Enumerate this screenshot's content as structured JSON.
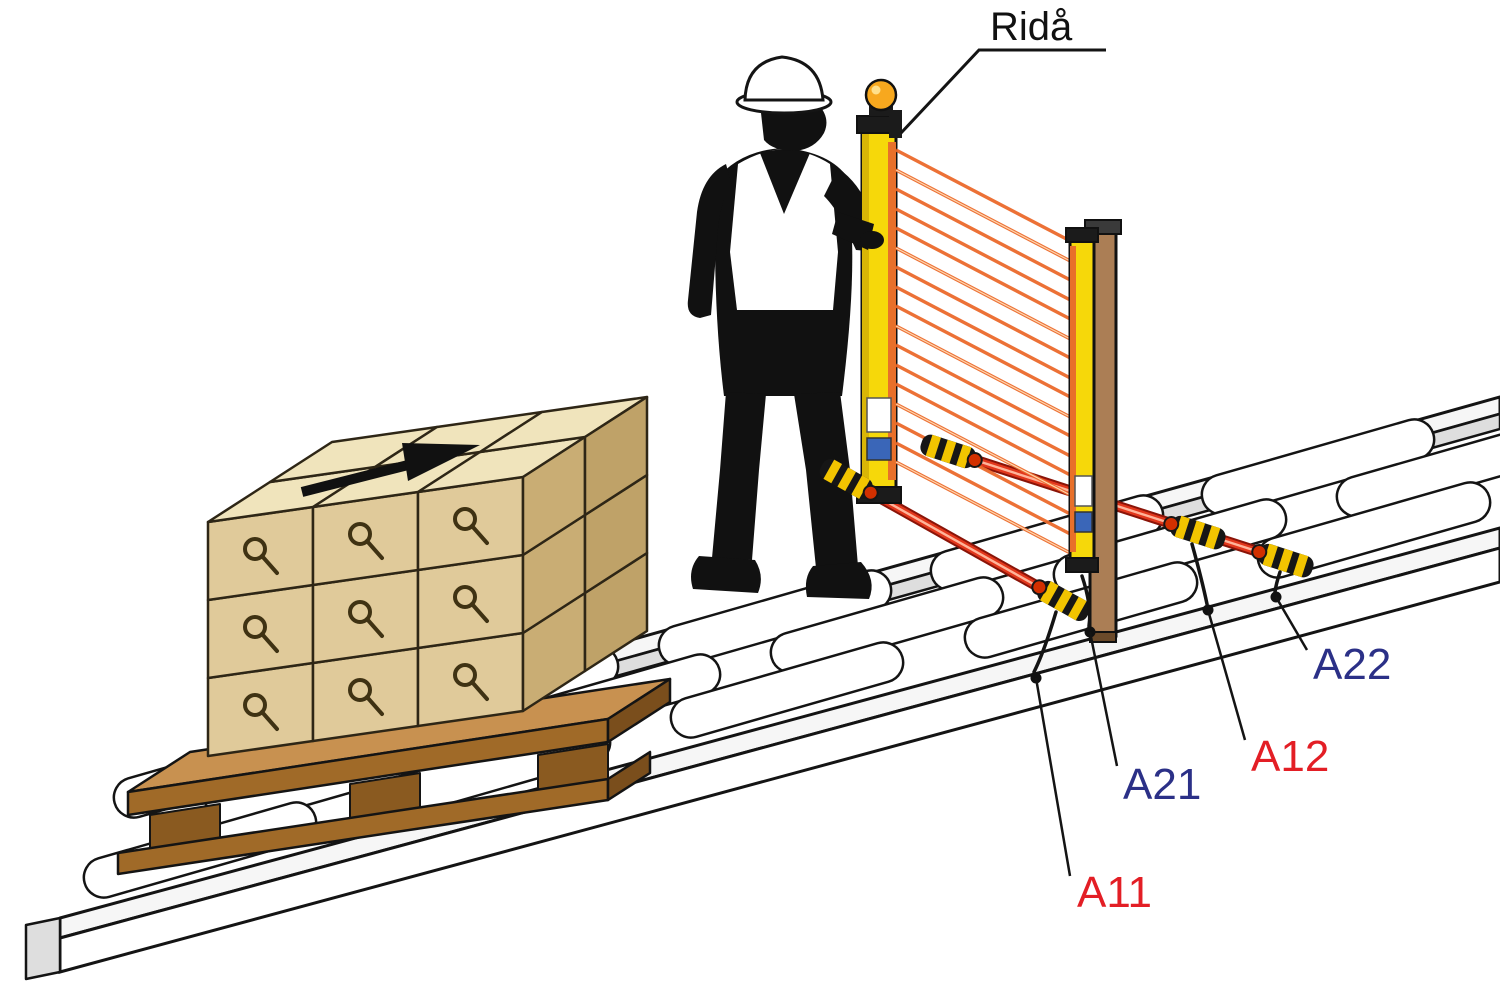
{
  "diagram": {
    "title_label": "Ridå",
    "labels": [
      {
        "id": "A11",
        "text": "A11",
        "color": "#e31e25"
      },
      {
        "id": "A21",
        "text": "A21",
        "color": "#2b3087"
      },
      {
        "id": "A12",
        "text": "A12",
        "color": "#e31e25"
      },
      {
        "id": "A22",
        "text": "A22",
        "color": "#2b3087"
      }
    ],
    "colors": {
      "curtain_beam_orange": "#ec6a2c",
      "muting_beam_red": "#e2371c",
      "post_yellow": "#f6d80a",
      "beacon_amber": "#f7a81e",
      "box_tan": "#e0ca9a",
      "pallet_brown": "#a06a28"
    }
  }
}
